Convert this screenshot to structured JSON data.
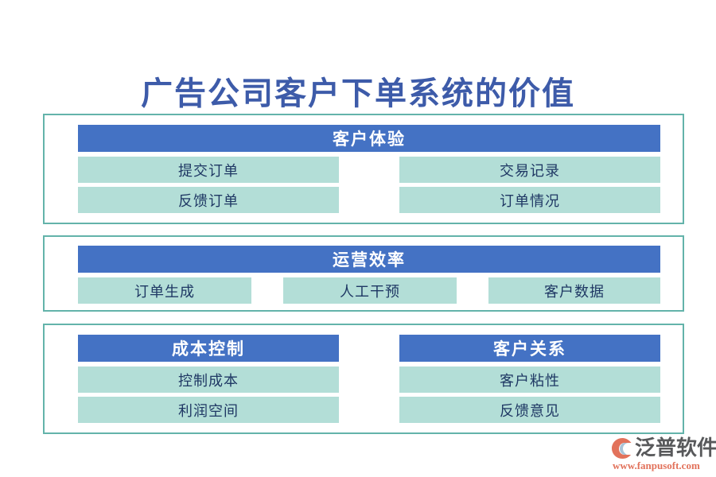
{
  "page": {
    "title": "广告公司客户下单系统的价值",
    "background_color": "#FFFFFF",
    "title_color": "#3D5BA9",
    "header_bar_color": "#4472C4",
    "cell_color": "#B3DED7",
    "cell_text_color": "#1F3864",
    "frame_border_color": "#63B3AA"
  },
  "sections": [
    {
      "id": "section-1",
      "header": "客户体验",
      "cells": [
        "提交订单",
        "交易记录",
        "反馈订单",
        "订单情况"
      ]
    },
    {
      "id": "section-2",
      "header": "运营效率",
      "cells": [
        "订单生成",
        "人工干预",
        "客户数据"
      ]
    },
    {
      "id": "section-3",
      "groups": [
        {
          "header": "成本控制",
          "cells": [
            "控制成本",
            "利润空间"
          ]
        },
        {
          "header": "客户关系",
          "cells": [
            "客户粘性",
            "反馈意见"
          ]
        }
      ]
    }
  ],
  "logo": {
    "name": "泛普软件",
    "url": "www.fanpusoft.com",
    "mark_icon": "swoosh-circle-icon",
    "mark_color_primary": "#E2725B",
    "mark_color_secondary": "#A9C4D8",
    "word_color": "#58595B",
    "url_color": "#E2725B"
  }
}
